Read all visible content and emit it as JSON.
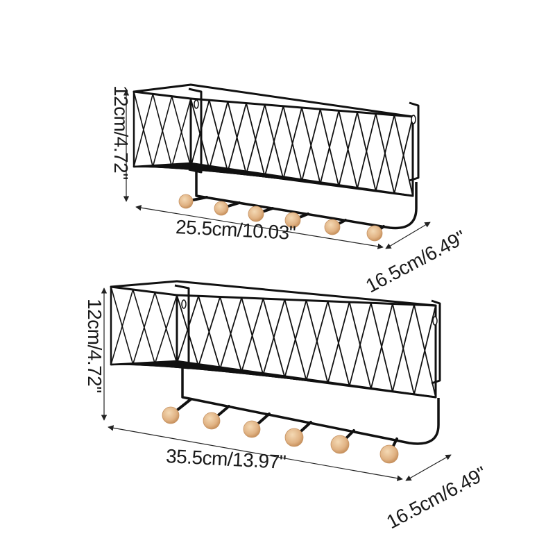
{
  "shelves": [
    {
      "height_label": "12cm/4.72\"",
      "width_label": "25.5cm/10.03\"",
      "depth_label": "16.5cm/6.49\"",
      "hook_count": 6
    },
    {
      "height_label": "12cm/4.72\"",
      "width_label": "35.5cm/13.97\"",
      "depth_label": "16.5cm/6.49\"",
      "hook_count": 6
    }
  ],
  "colors": {
    "wire": "#111111",
    "knob": "#e2b88a",
    "dimension_line": "#222222"
  }
}
